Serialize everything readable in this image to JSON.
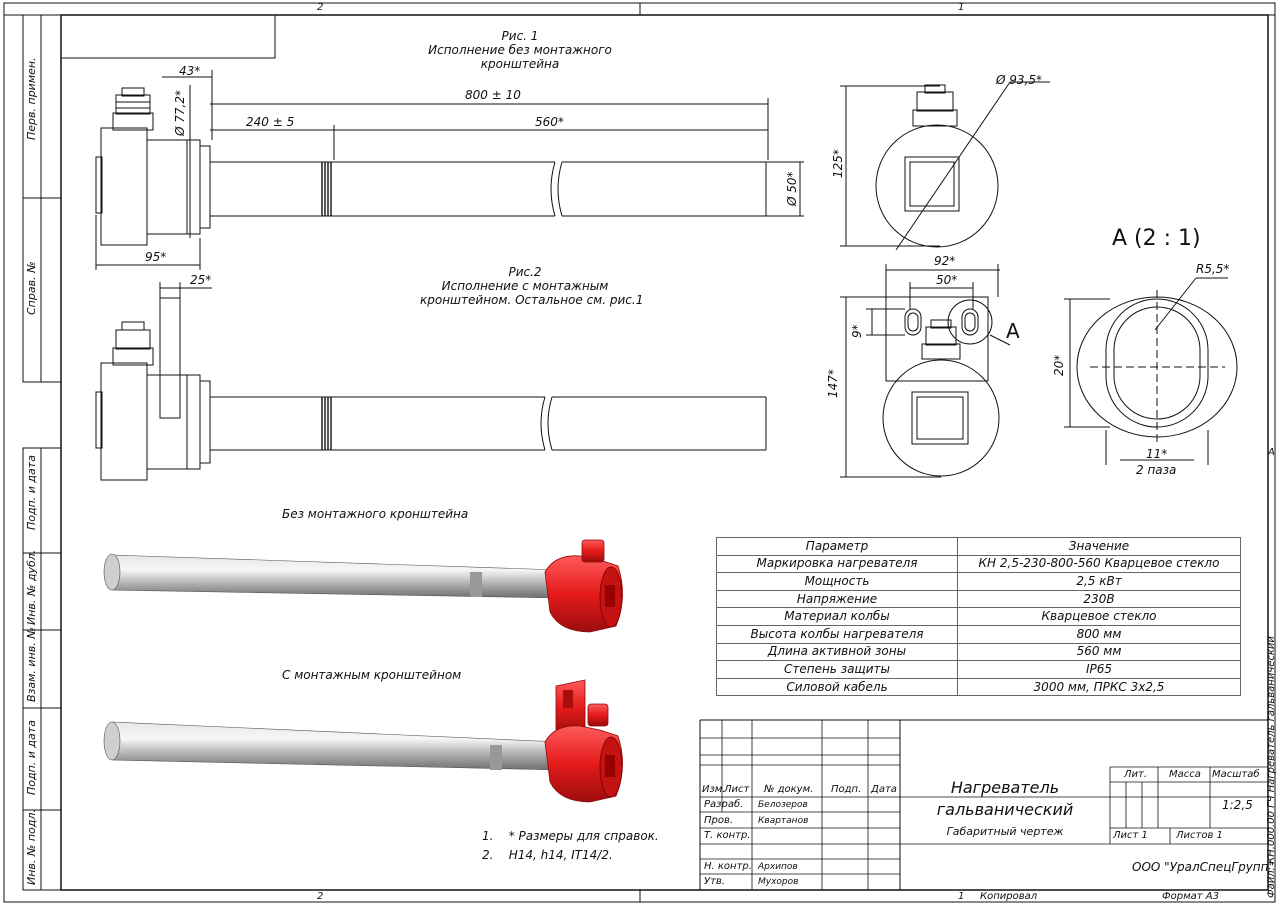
{
  "top_ruler": {
    "left_zone": "2",
    "right_zone": "1"
  },
  "bottom_ruler": {
    "left_zone": "2",
    "right_zone": "1",
    "copied": "Копировал",
    "format": "Формат А3"
  },
  "right_margin_zone": "A",
  "file_label": "Файл: КН.000.00 ГЧ Нагреватель гальванический",
  "left_strip": [
    "Перв. примен.",
    "Справ. №",
    "Подп. и дата",
    "Инв. № дубл.",
    "Взам. инв. №",
    "Подп. и дата",
    "Инв. № подл."
  ],
  "fig1": {
    "title_line1": "Рис. 1",
    "title_line2": "Исполнение без монтажного",
    "title_line3": "кронштейна"
  },
  "fig2": {
    "title_line1": "Рис.2",
    "title_line2": "Исполнение с монтажным",
    "title_line3": "кронштейном. Остальное см. рис.1"
  },
  "dims": {
    "d43": "43*",
    "d77": "Ø 77,2*",
    "d800": "800 ± 10",
    "d240": "240 ± 5",
    "d560": "560*",
    "d50": "Ø 50*",
    "d95": "95*",
    "d25": "25*",
    "d93": "Ø 93,5*",
    "d125": "125*",
    "d92": "92*",
    "d50w": "50*",
    "d9": "9*",
    "d147": "147*",
    "viewA": "A",
    "detail": "A (2 : 1)",
    "r55": "R5,5*",
    "d20": "20*",
    "d11": "11*",
    "slots": "2 паза"
  },
  "render_labels": {
    "without": "Без монтажного кронштейна",
    "with": "С монтажным кронштейном"
  },
  "notes": [
    "1.    * Размеры для справок.",
    "2.    H14, h14, IT14/2."
  ],
  "spec_table": {
    "header": [
      "Параметр",
      "Значение"
    ],
    "rows": [
      [
        "Маркировка нагревателя",
        "КН 2,5-230-800-560 Кварцевое стекло"
      ],
      [
        "Мощность",
        "2,5 кВт"
      ],
      [
        "Напряжение",
        "230В"
      ],
      [
        "Материал колбы",
        "Кварцевое стекло"
      ],
      [
        "Высота колбы нагревателя",
        "800 мм"
      ],
      [
        "Длина активной зоны",
        "560 мм"
      ],
      [
        "Степень защиты",
        "IP65"
      ],
      [
        "Силовой кабель",
        "3000 мм, ПРКС 3х2,5"
      ]
    ]
  },
  "title_block": {
    "col_izm": "Изм.",
    "col_list": "Лист",
    "col_doc": "№ докум.",
    "col_sign": "Подп.",
    "col_date": "Дата",
    "razrab_label": "Разраб.",
    "razrab_name": "Белозеров",
    "prov_label": "Пров.",
    "prov_name": "Квартанов",
    "tkontr_label": "Т. контр.",
    "nkontr_label": "Н. контр.",
    "nkontr_name": "Архипов",
    "utv_label": "Утв.",
    "utv_name": "Мухоров",
    "title1": "Нагреватель",
    "title2": "гальванический",
    "subtitle": "Габаритный чертеж",
    "lit": "Лит.",
    "mass": "Масса",
    "scale_label": "Масштаб",
    "scale": "1:2,5",
    "sheet": "Лист 1",
    "sheets": "Листов 1",
    "org": "ООО \"УралСпецГрупп\""
  },
  "colors": {
    "line": "#111111",
    "render_red": "#e51b1b",
    "render_steel": "#b5b5b5"
  }
}
